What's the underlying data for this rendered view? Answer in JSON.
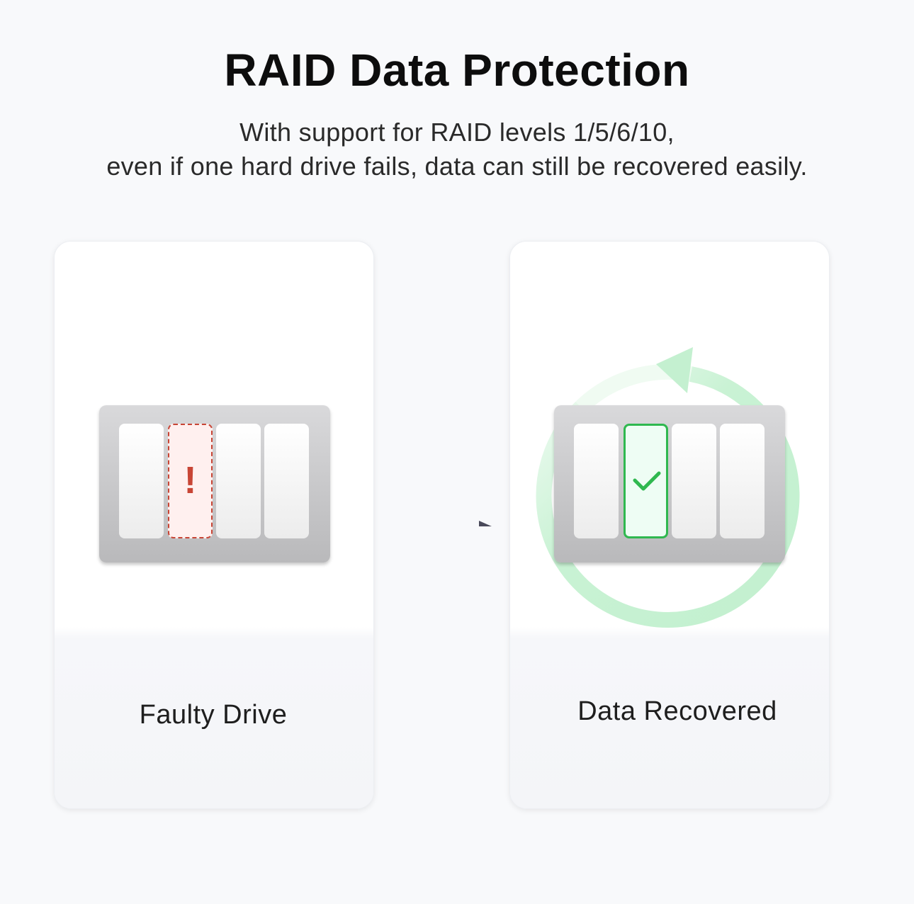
{
  "title": "RAID Data Protection",
  "subtitle": {
    "line1": "With support for RAID levels 1/5/6/10,",
    "line2": "even if one hard drive fails, data can still be recovered easily."
  },
  "cards": [
    {
      "caption": "Faulty Drive",
      "status_glyph": "!",
      "status_icon": "warning-icon",
      "accent": "#c84535"
    },
    {
      "caption": "Data Recovered",
      "status_icon": "check-icon",
      "accent": "#2fb84f"
    }
  ],
  "colors": {
    "recovery_ring": "#c9f2d4",
    "arrow": "#4a4a5a"
  }
}
